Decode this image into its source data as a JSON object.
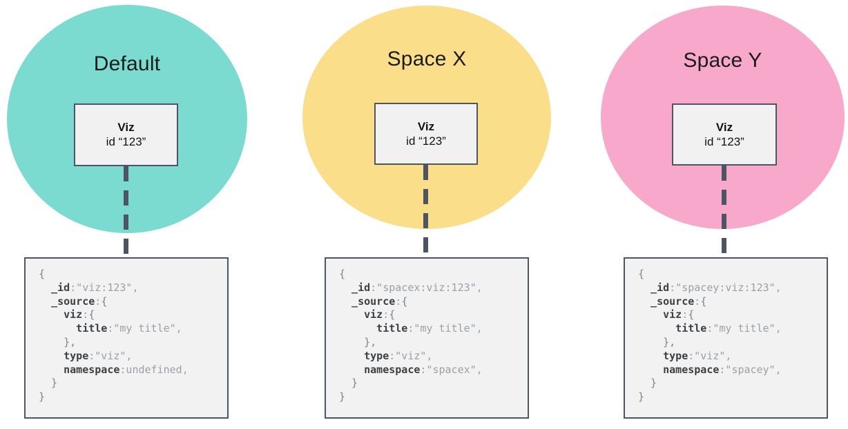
{
  "colors": {
    "line": "#4d5563",
    "box-border": "#4d5563",
    "box-fill": "#f1f1f1",
    "code-fill": "#f2f2f3",
    "key": "#3c4043",
    "punct": "#7d838a",
    "value": "#9aa0a6"
  },
  "columns": [
    {
      "id": "default",
      "circle_label": "Default",
      "circle_color": "#7cdbd1",
      "viz_box": {
        "title": "Viz",
        "id_label": "id “123”"
      },
      "code_lines": [
        [
          {
            "c": "p",
            "t": "{"
          }
        ],
        [
          {
            "c": "k",
            "t": "  _id"
          },
          {
            "c": "v",
            "t": ":\"viz:123\","
          }
        ],
        [
          {
            "c": "k",
            "t": "  _source"
          },
          {
            "c": "v",
            "t": ":"
          },
          {
            "c": "p",
            "t": "{"
          }
        ],
        [
          {
            "c": "k",
            "t": "    viz"
          },
          {
            "c": "v",
            "t": ":"
          },
          {
            "c": "p",
            "t": "{"
          }
        ],
        [
          {
            "c": "k",
            "t": "      title"
          },
          {
            "c": "v",
            "t": ":\"my title\","
          }
        ],
        [
          {
            "c": "p",
            "t": "    },"
          }
        ],
        [
          {
            "c": "k",
            "t": "    type"
          },
          {
            "c": "v",
            "t": ":\"viz\","
          }
        ],
        [
          {
            "c": "k",
            "t": "    namespace"
          },
          {
            "c": "v",
            "t": ":undefined,"
          }
        ],
        [
          {
            "c": "p",
            "t": "  }"
          }
        ],
        [
          {
            "c": "p",
            "t": "}"
          }
        ]
      ]
    },
    {
      "id": "spacex",
      "circle_label": "Space X",
      "circle_color": "#fbde8a",
      "viz_box": {
        "title": "Viz",
        "id_label": "id “123”"
      },
      "code_lines": [
        [
          {
            "c": "p",
            "t": "{"
          }
        ],
        [
          {
            "c": "k",
            "t": "  _id"
          },
          {
            "c": "v",
            "t": ":\"spacex:viz:123\","
          }
        ],
        [
          {
            "c": "k",
            "t": "  _source"
          },
          {
            "c": "v",
            "t": ":"
          },
          {
            "c": "p",
            "t": "{"
          }
        ],
        [
          {
            "c": "k",
            "t": "    viz"
          },
          {
            "c": "v",
            "t": ":"
          },
          {
            "c": "p",
            "t": "{"
          }
        ],
        [
          {
            "c": "k",
            "t": "      title"
          },
          {
            "c": "v",
            "t": ":\"my title\","
          }
        ],
        [
          {
            "c": "p",
            "t": "    },"
          }
        ],
        [
          {
            "c": "k",
            "t": "    type"
          },
          {
            "c": "v",
            "t": ":\"viz\","
          }
        ],
        [
          {
            "c": "k",
            "t": "    namespace"
          },
          {
            "c": "v",
            "t": ":\"spacex\","
          }
        ],
        [
          {
            "c": "p",
            "t": "  }"
          }
        ],
        [
          {
            "c": "p",
            "t": "}"
          }
        ]
      ]
    },
    {
      "id": "spacey",
      "circle_label": "Space Y",
      "circle_color": "#f7a8cb",
      "viz_box": {
        "title": "Viz",
        "id_label": "id “123”"
      },
      "code_lines": [
        [
          {
            "c": "p",
            "t": "{"
          }
        ],
        [
          {
            "c": "k",
            "t": "  _id"
          },
          {
            "c": "v",
            "t": ":\"spacey:viz:123\","
          }
        ],
        [
          {
            "c": "k",
            "t": "  _source"
          },
          {
            "c": "v",
            "t": ":"
          },
          {
            "c": "p",
            "t": "{"
          }
        ],
        [
          {
            "c": "k",
            "t": "    viz"
          },
          {
            "c": "v",
            "t": ":"
          },
          {
            "c": "p",
            "t": "{"
          }
        ],
        [
          {
            "c": "k",
            "t": "      title"
          },
          {
            "c": "v",
            "t": ":\"my title\","
          }
        ],
        [
          {
            "c": "p",
            "t": "    },"
          }
        ],
        [
          {
            "c": "k",
            "t": "    type"
          },
          {
            "c": "v",
            "t": ":\"viz\","
          }
        ],
        [
          {
            "c": "k",
            "t": "    namespace"
          },
          {
            "c": "v",
            "t": ":\"spacey\","
          }
        ],
        [
          {
            "c": "p",
            "t": "  }"
          }
        ],
        [
          {
            "c": "p",
            "t": "}"
          }
        ]
      ]
    }
  ]
}
